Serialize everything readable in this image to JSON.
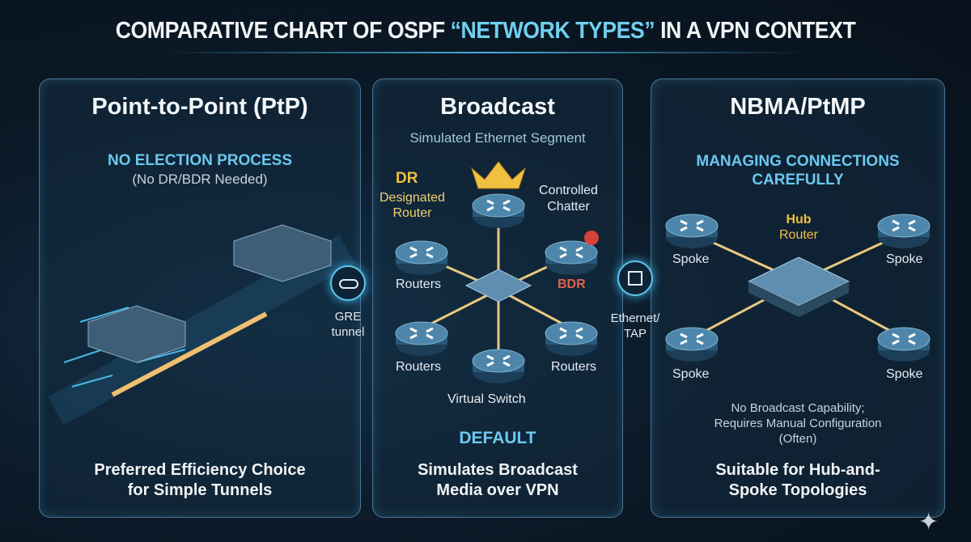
{
  "title": {
    "part1": "COMPARATIVE CHART OF OSPF ",
    "highlight": "“NETWORK TYPES”",
    "part2": " IN A VPN CONTEXT"
  },
  "colors": {
    "accent": "#6cc8ee",
    "dr": "#f0c040",
    "bdr": "#e0604c",
    "background": "#0b1a28"
  },
  "panels": [
    {
      "heading": "Point-to-Point (PtP)",
      "caption": "NO ELECTION PROCESS",
      "subcaption": "(No DR/BDR Needed)",
      "footer_line1": "Preferred Efficiency Choice",
      "footer_line2": "for Simple Tunnels"
    },
    {
      "heading": "Broadcast",
      "subtitle": "Simulated Ethernet Segment",
      "dr_label": "DR",
      "dr_desc_line1": "Designated",
      "dr_desc_line2": "Router",
      "chatter_line1": "Controlled",
      "chatter_line2": "Chatter",
      "bdr_label": "BDR",
      "routers_label": "Routers",
      "switch_label": "Virtual Switch",
      "default_label": "DEFAULT",
      "footer_line1": "Simulates Broadcast",
      "footer_line2": "Media over VPN"
    },
    {
      "heading": "NBMA/PtMP",
      "caption_line1": "MANAGING CONNECTIONS",
      "caption_line2": "CAREFULLY",
      "hub_line1": "Hub",
      "hub_line2": "Router",
      "spoke_label": "Spoke",
      "note_line1": "No Broadcast Capability;",
      "note_line2": "Requires Manual Configuration",
      "note_line3": "(Often)",
      "footer_line1": "Suitable for Hub-and-",
      "footer_line2": "Spoke Topologies"
    }
  ],
  "connectors": [
    {
      "icon": "tunnel-pipe-icon",
      "line1": "GRE",
      "line2": "tunnel"
    },
    {
      "icon": "ethernet-port-icon",
      "line1": "Ethernet/",
      "line2": "TAP"
    }
  ]
}
